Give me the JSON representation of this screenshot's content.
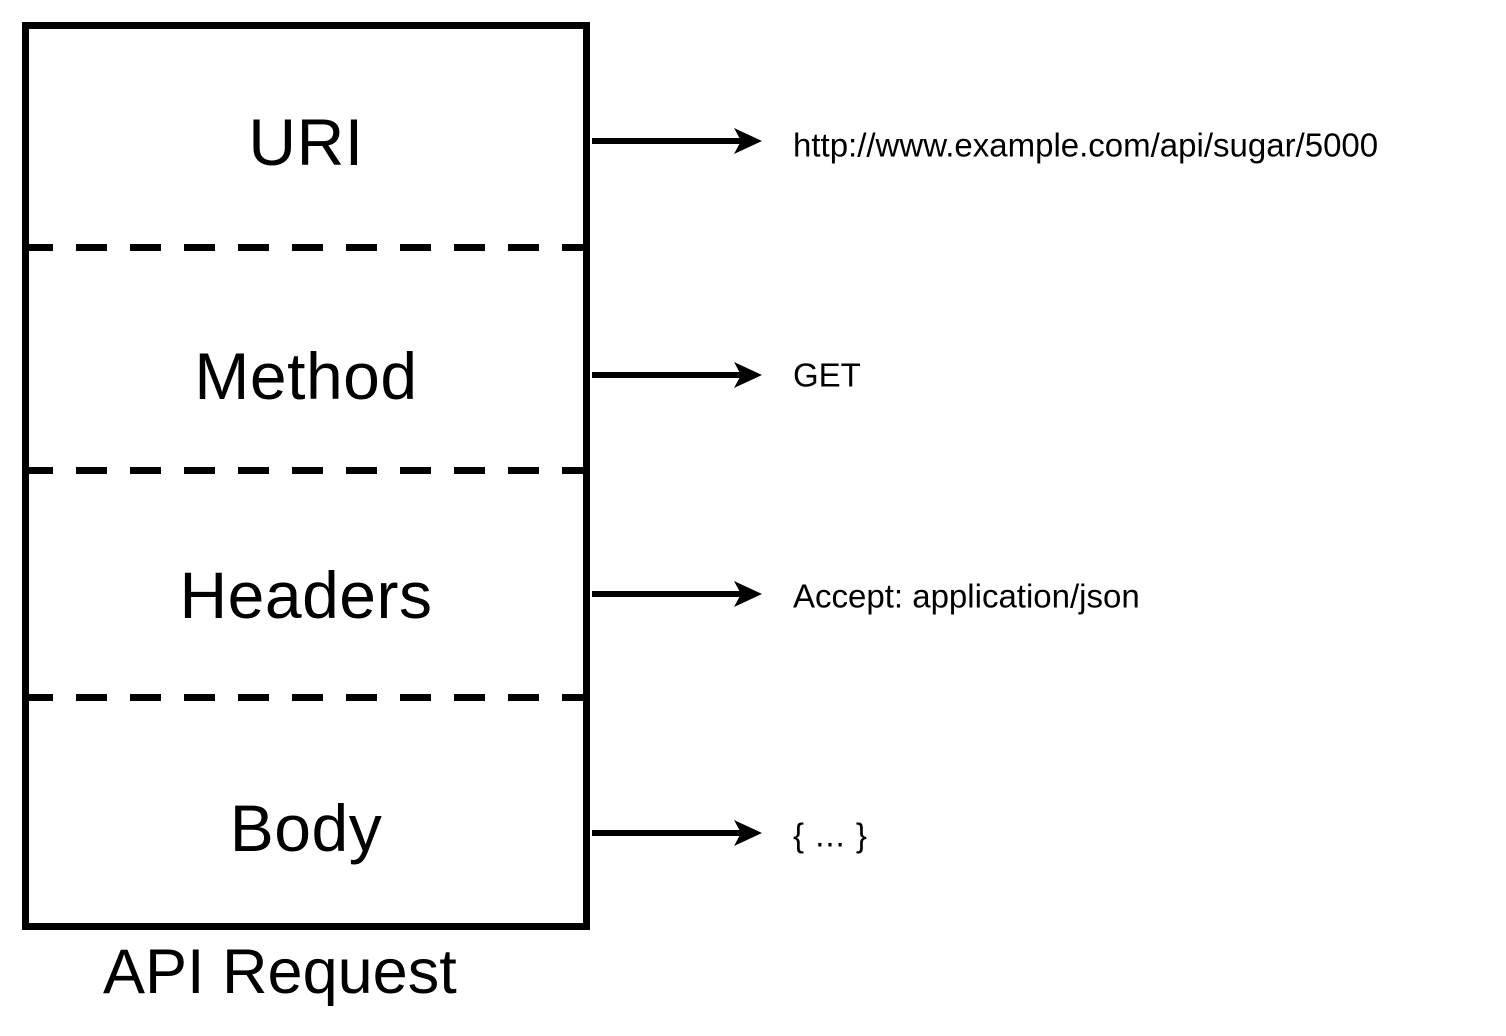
{
  "diagram": {
    "title": "API Request",
    "caption": "API Request",
    "box": {
      "border_color": "#000000",
      "background_color": "#ffffff",
      "divider_style": "dashed"
    },
    "sections": [
      {
        "id": "uri",
        "label": "URI",
        "value": "http://www.example.com/api/sugar/5000",
        "arrow": "arrow-right-icon"
      },
      {
        "id": "method",
        "label": "Method",
        "value": "GET",
        "arrow": "arrow-right-icon"
      },
      {
        "id": "headers",
        "label": "Headers",
        "value": "Accept: application/json",
        "arrow": "arrow-right-icon"
      },
      {
        "id": "body",
        "label": "Body",
        "value": "{ ... }",
        "arrow": "arrow-right-icon"
      }
    ]
  }
}
